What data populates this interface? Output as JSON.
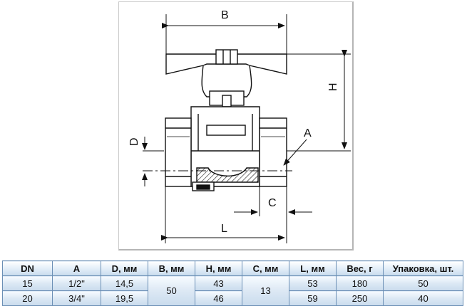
{
  "drawing": {
    "labels": {
      "B": "B",
      "H": "H",
      "D": "D",
      "A": "A",
      "C": "C",
      "L": "L"
    }
  },
  "table": {
    "headers": [
      "DN",
      "A",
      "D, мм",
      "B, мм",
      "H, мм",
      "C, мм",
      "L, мм",
      "Вес, г",
      "Упаковка, шт."
    ],
    "rows": [
      {
        "dn": "15",
        "a": "1/2\"",
        "d": "14,5",
        "b": "50",
        "h": "43",
        "c": "13",
        "l": "53",
        "weight": "180",
        "pack": "50"
      },
      {
        "dn": "20",
        "a": "3/4\"",
        "d": "19,5",
        "h": "46",
        "l": "59",
        "weight": "250",
        "pack": "40"
      }
    ]
  }
}
